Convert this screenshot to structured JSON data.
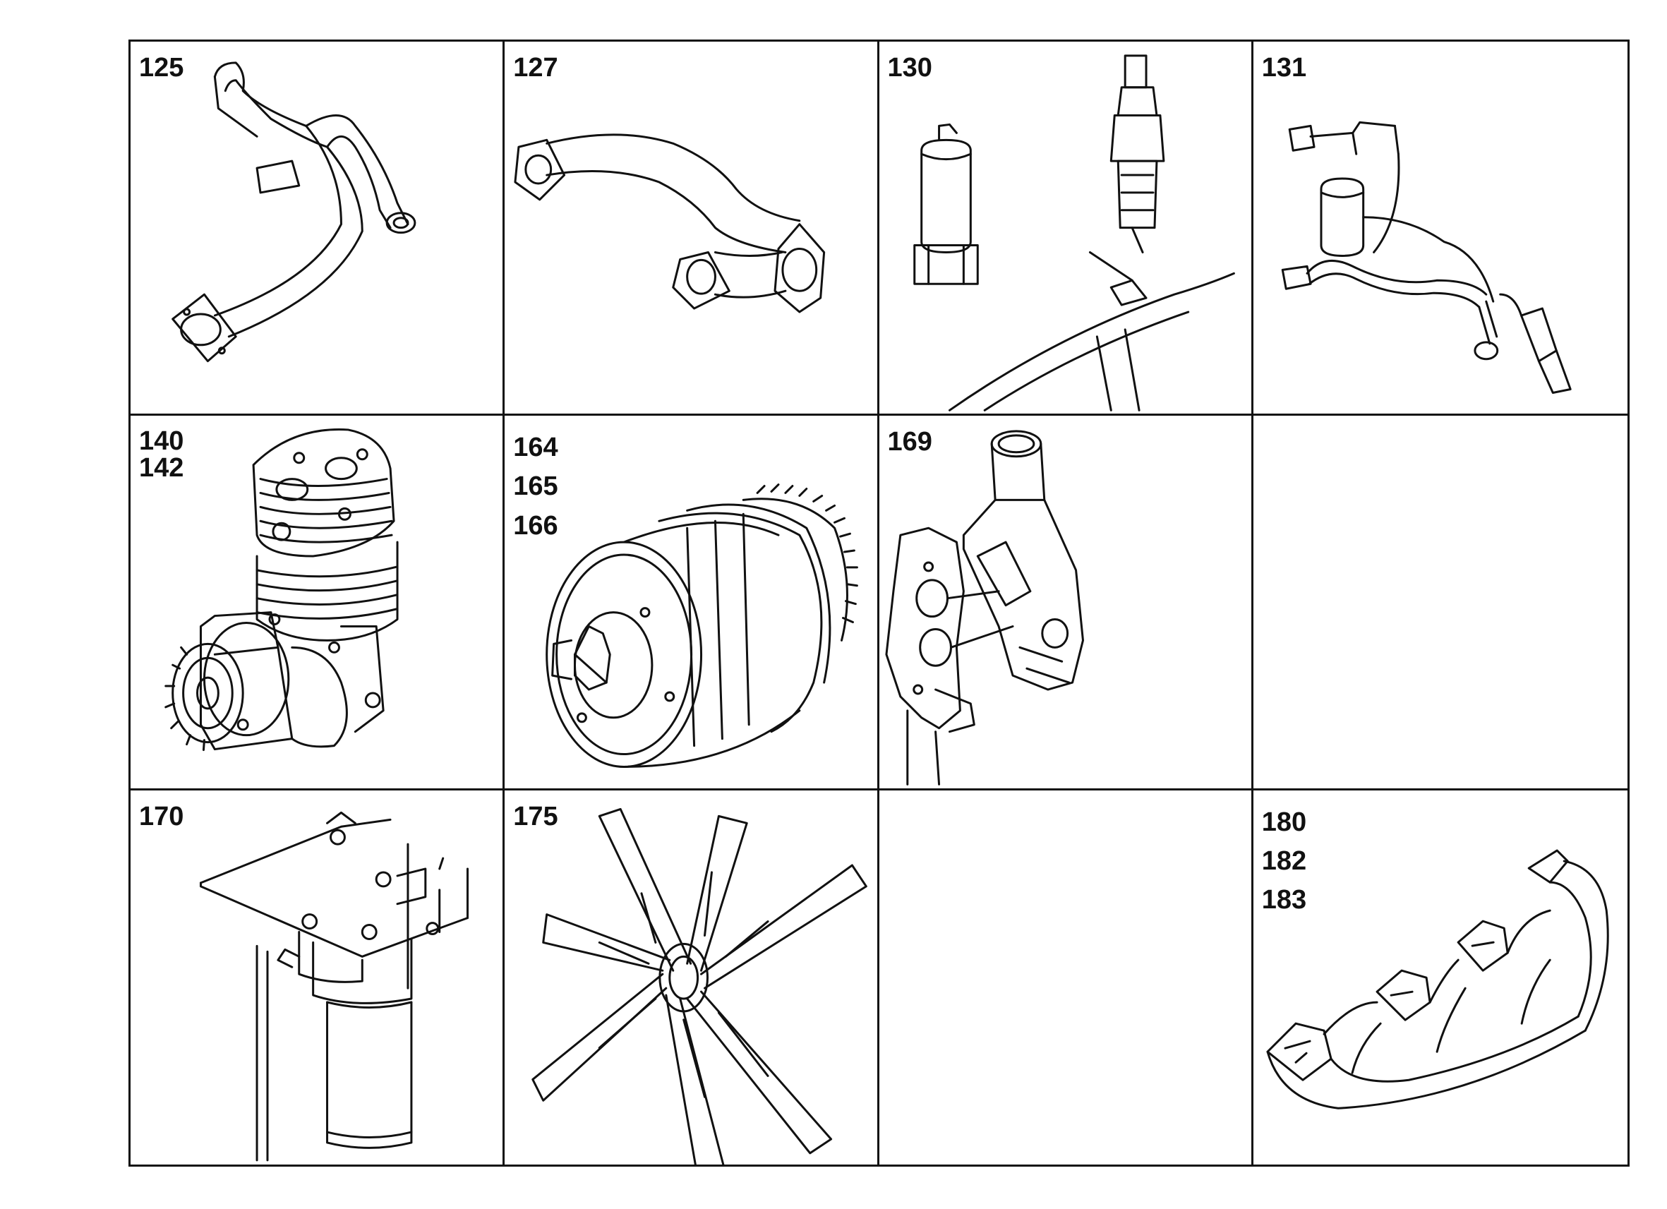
{
  "cells": [
    {
      "labels": [
        "125"
      ],
      "icon": "exhaust-pipe-icon"
    },
    {
      "labels": [
        "127"
      ],
      "icon": "flanged-pipe-icon"
    },
    {
      "labels": [
        "130"
      ],
      "icon": "injector-icon"
    },
    {
      "labels": [
        "131"
      ],
      "icon": "fuel-lines-icon"
    },
    {
      "labels": [
        "140",
        "142"
      ],
      "icon": "air-compressor-icon"
    },
    {
      "labels": [
        "164",
        "165",
        "166"
      ],
      "icon": "vibration-damper-icon"
    },
    {
      "labels": [
        "169"
      ],
      "icon": "thermostat-housing-icon"
    },
    {
      "labels": [],
      "icon": ""
    },
    {
      "labels": [
        "170"
      ],
      "icon": "oil-filter-icon"
    },
    {
      "labels": [
        "175"
      ],
      "icon": "fan-icon"
    },
    {
      "labels": [],
      "icon": ""
    },
    {
      "labels": [
        "180",
        "182",
        "183"
      ],
      "icon": "exhaust-manifold-icon"
    }
  ]
}
